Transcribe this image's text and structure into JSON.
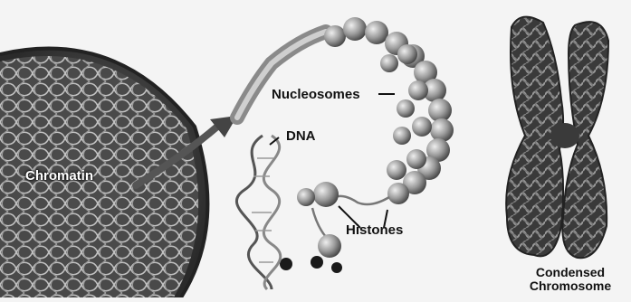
{
  "labels": {
    "chromatin": "Chromatin",
    "dna": "DNA",
    "nucleosomes": "Nucleosomes",
    "histones": "Histones",
    "condensed_line1": "Condensed",
    "condensed_line2": "Chromosome"
  },
  "colors": {
    "background": "#f4f4f4",
    "nucleus": "#555555",
    "bead": "#9a9a9a",
    "fiber": "#777777"
  }
}
